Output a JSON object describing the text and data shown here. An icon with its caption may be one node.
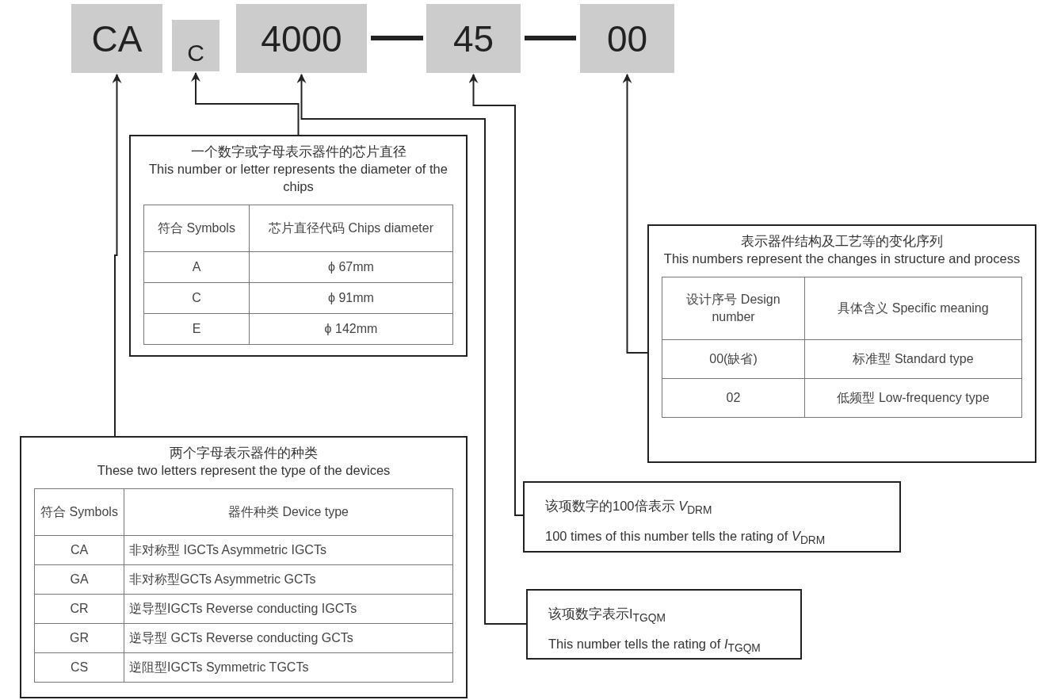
{
  "diagram": {
    "nodes": [
      {
        "text": [
          "CA"
        ]
      },
      {
        "text": [
          "C"
        ]
      },
      {
        "text": [
          "4000"
        ]
      },
      {
        "text": [
          "45"
        ]
      },
      {
        "text": [
          "00"
        ]
      },
      {
        "text": [
          "一个数字或字母表示器件的芯片直径",
          "This number or letter represents the diameter of the chips",
          "符合 Symbols",
          "芯片直径代码 Chips diameter",
          "A",
          "ϕ 67mm",
          "C",
          "ϕ 91mm",
          "E",
          "ϕ 142mm"
        ]
      },
      {
        "text": [
          "表示器件结构及工艺等的变化序列",
          "This numbers represent the changes in structure and process",
          "设计序号 Design number",
          "具体含义 Specific meaning",
          "00(缺省)",
          "标准型 Standard type",
          "02",
          "低频型 Low-frequency type"
        ]
      },
      {
        "text": [
          "两个字母表示器件的种类",
          "These two letters represent the type of the devices",
          "符合 Symbols",
          "器件种类 Device type",
          "CA",
          "非对称型 IGCTs Asymmetric IGCTs",
          "GA",
          "非对称型GCTs Asymmetric GCTs",
          "CR",
          "逆导型IGCTs Reverse conducting IGCTs",
          "GR",
          "逆导型 GCTs Reverse conducting GCTs",
          "CS",
          "逆阻型IGCTs Symmetric TGCTs"
        ]
      },
      {
        "text": [
          "该项数字的100倍表示 *V*$_{DRM}$",
          "100 times of this number tells the rating of *V*$_{DRM}$"
        ]
      },
      {
        "text": [
          "该项数字表示I$_{TGQM}$",
          "This number tells the rating of *I*$_{TGQM}$"
        ]
      }
    ],
    "edges": [
      {
        "from": 5,
        "to": 1,
        "arrow": "to"
      },
      {
        "from": 6,
        "to": 4,
        "arrow": "to"
      },
      {
        "from": 7,
        "to": 0,
        "arrow": "to"
      },
      {
        "from": 8,
        "to": 3,
        "arrow": "to"
      },
      {
        "from": 9,
        "to": 2,
        "arrow": "to"
      }
    ]
  }
}
